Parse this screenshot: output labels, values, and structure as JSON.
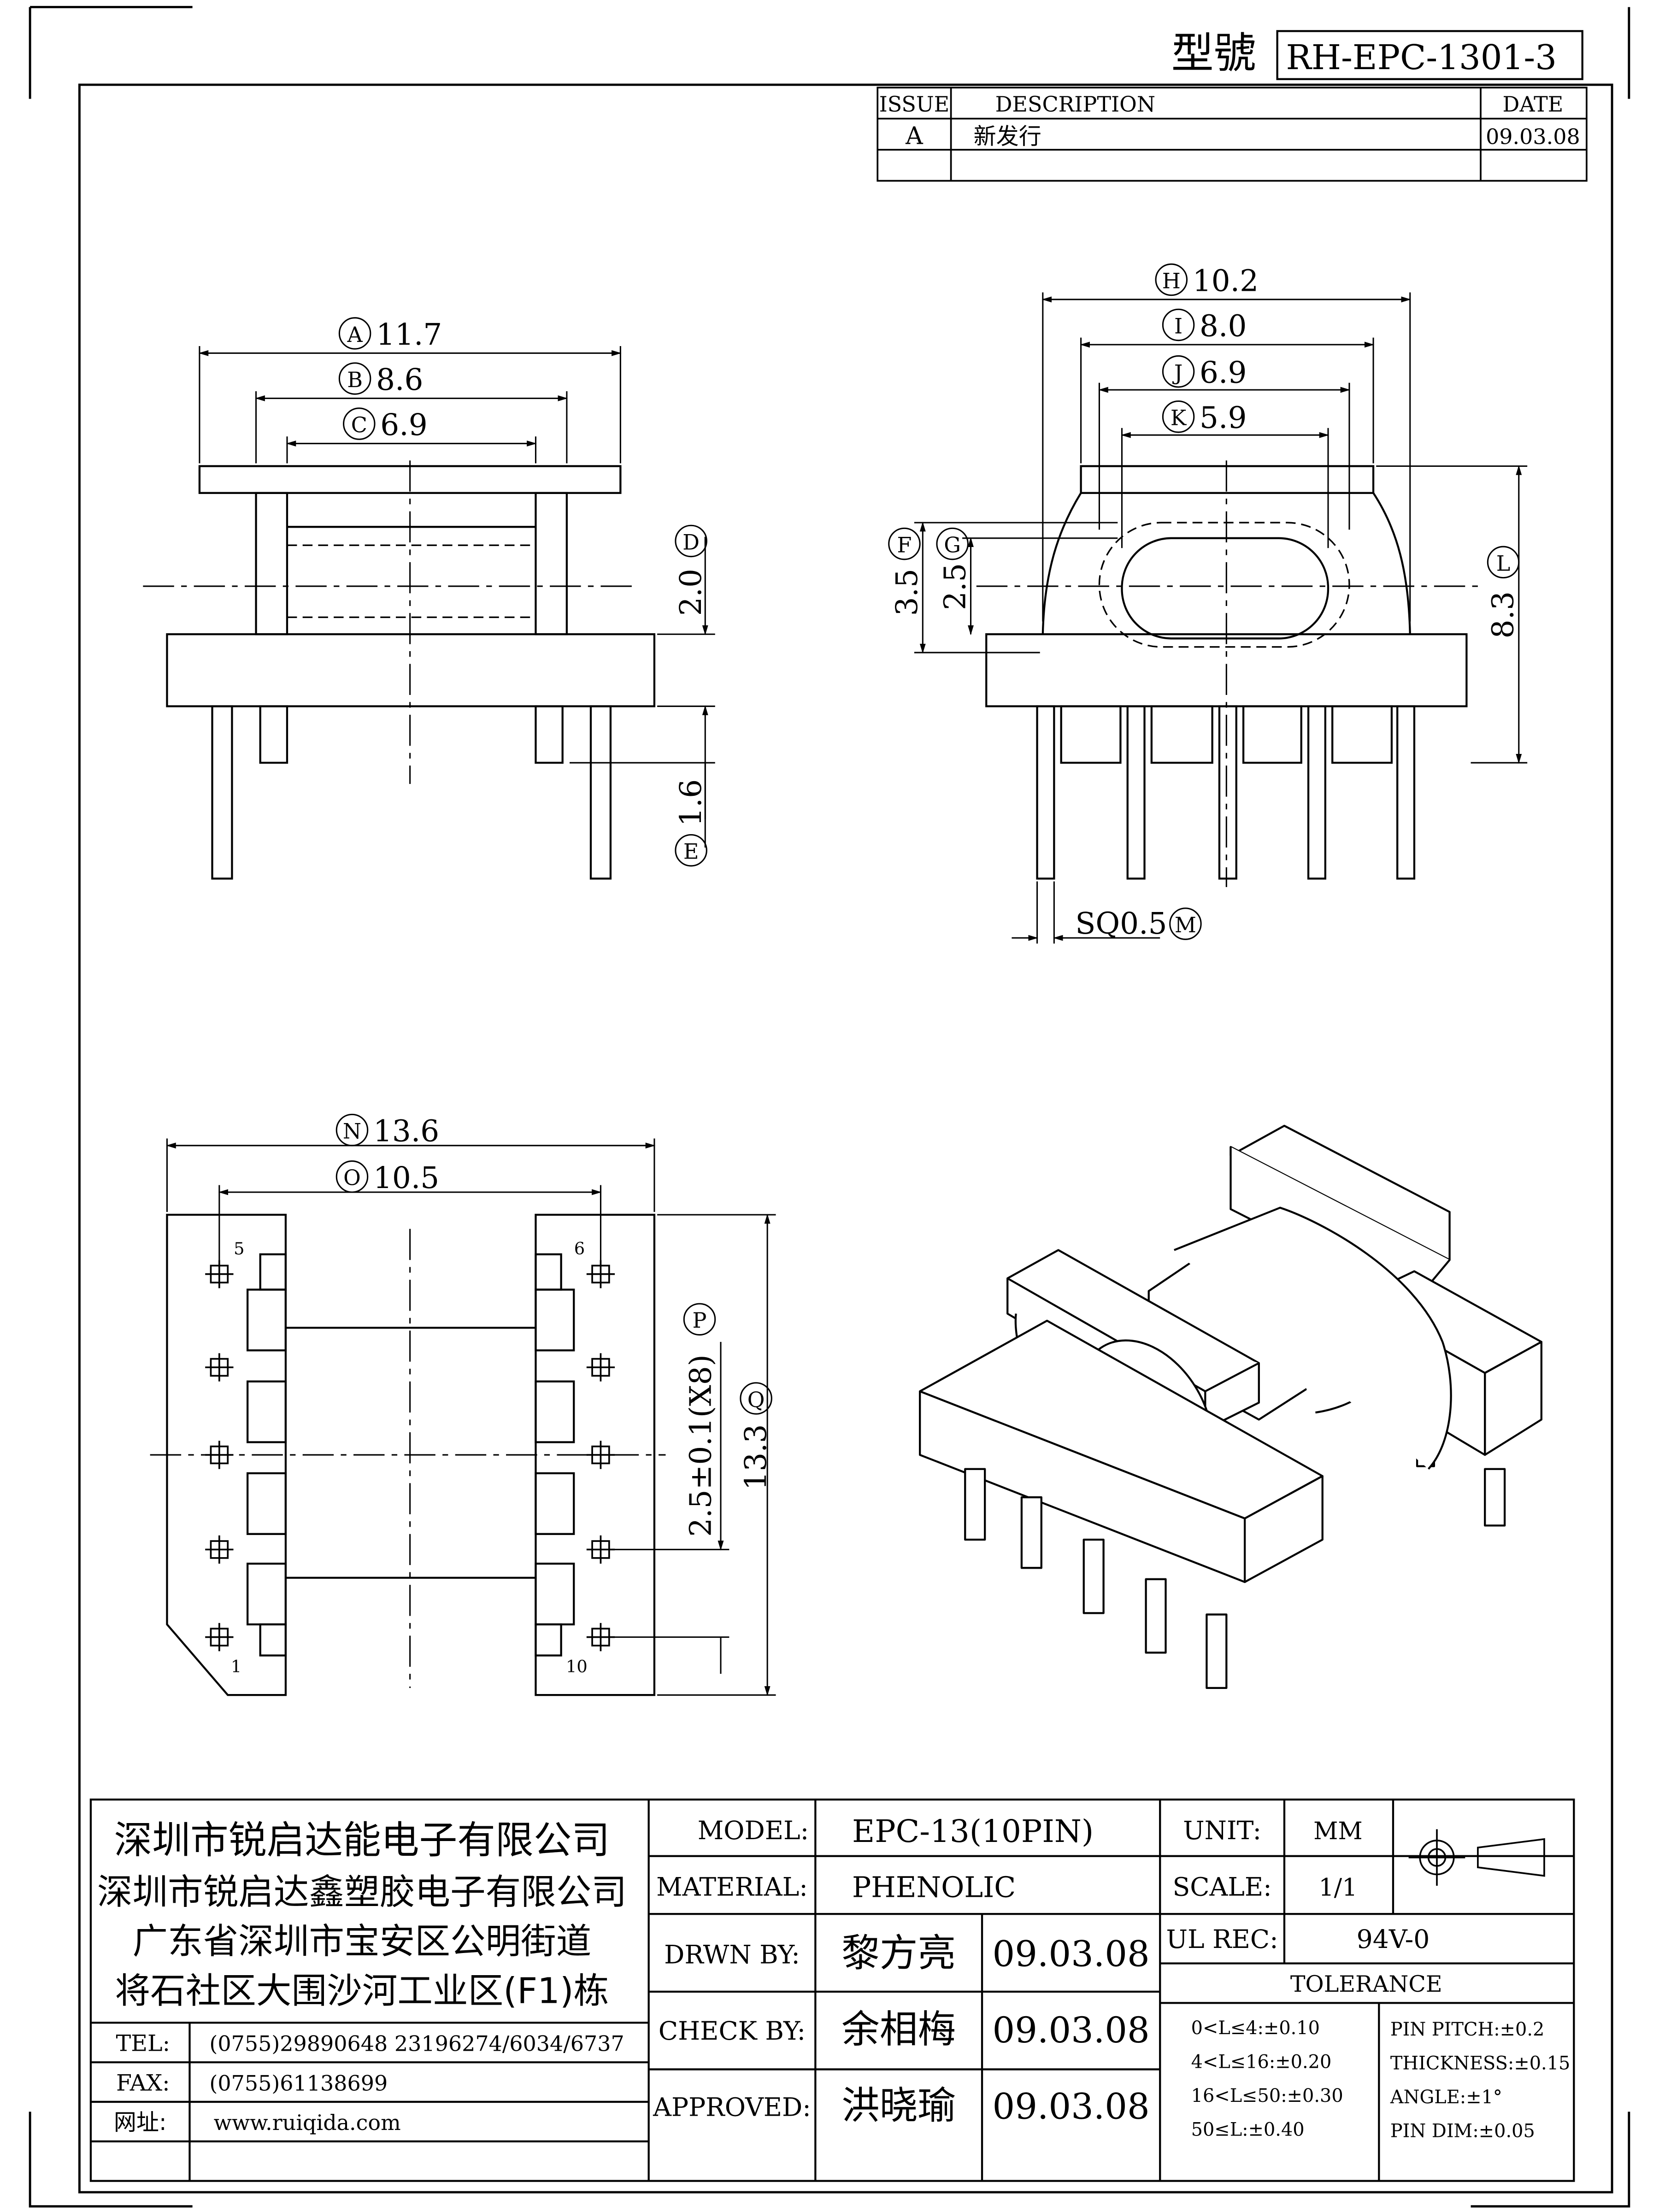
{
  "header": {
    "model_label": "型號",
    "model_code": "RH-EPC-1301-3"
  },
  "revision": {
    "col_issue": "ISSUE",
    "col_description": "DESCRIPTION",
    "col_date": "DATE",
    "rows": [
      {
        "issue": "A",
        "description": "新发行",
        "date": "09.03.08"
      }
    ]
  },
  "dimensions": {
    "A": "11.7",
    "B": "8.6",
    "C": "6.9",
    "D": "2.0",
    "E": "1.6",
    "F": "3.5",
    "G": "2.5",
    "H": "10.2",
    "I": "8.0",
    "J": "6.9",
    "K": "5.9",
    "L": "8.3",
    "M": "SQ0.5",
    "N": "13.6",
    "O": "10.5",
    "P": "2.5±0.1(X8)",
    "Q": "13.3"
  },
  "pins": {
    "p1": "1",
    "p5": "5",
    "p6": "6",
    "p10": "10"
  },
  "company": {
    "line1": "深圳市锐启达能电子有限公司",
    "line2": "深圳市锐启达鑫塑胶电子有限公司",
    "line3": "广东省深圳市宝安区公明街道",
    "line4": "将石社区大围沙河工业区(F1)栋",
    "tel_label": "TEL:",
    "tel": "(0755)29890648  23196274/6034/6737",
    "fax_label": "FAX:",
    "fax": "(0755)61138699",
    "web_label": "网址:",
    "web": "www.ruiqida.com"
  },
  "titleblock": {
    "model_label": "MODEL:",
    "model": "EPC-13(10PIN)",
    "material_label": "MATERIAL:",
    "material": "PHENOLIC",
    "drawn_label": "DRWN BY:",
    "drawn_by": "黎方亮",
    "drawn_date": "09.03.08",
    "check_label": "CHECK BY:",
    "check_by": "余相梅",
    "check_date": "09.03.08",
    "approved_label": "APPROVED:",
    "approved_by": "洪晓瑜",
    "approved_date": "09.03.08",
    "unit_label": "UNIT:",
    "unit": "MM",
    "scale_label": "SCALE:",
    "scale": "1/1",
    "ul_label": "UL REC:",
    "ul": "94V-0",
    "tolerance_label": "TOLERANCE",
    "tol1": "0<L≤4:±0.10",
    "tol2": "4<L≤16:±0.20",
    "tol3": "16<L≤50:±0.30",
    "tol4": "50≤L:±0.40",
    "pitch": "PIN PITCH:±0.2",
    "thickness": "THICKNESS:±0.15",
    "angle": "ANGLE:±1°",
    "pindim": "PIN DIM:±0.05"
  }
}
